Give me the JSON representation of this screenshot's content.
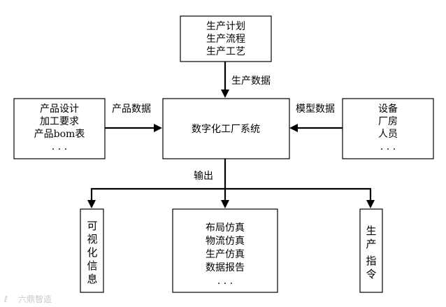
{
  "top_box": {
    "lines": [
      "生产计划",
      "生产流程",
      "生产工艺"
    ]
  },
  "left_box": {
    "lines": [
      "产品设计",
      "加工要求",
      "产品bom表",
      ". . ."
    ]
  },
  "center_box": {
    "label": "数字化工厂系统"
  },
  "right_box": {
    "lines": [
      "设备",
      "厂房",
      "人员",
      ". . ."
    ]
  },
  "edges": {
    "top_to_center": "生产数据",
    "left_to_center": "产品数据",
    "right_to_center": "模型数据",
    "center_to_outputs": "输出"
  },
  "outputs": {
    "left": {
      "chars": [
        "可",
        "视",
        "化",
        "信",
        "息"
      ]
    },
    "middle": {
      "lines": [
        "布局仿真",
        "物流仿真",
        "生产仿真",
        "数据报告",
        ". . ."
      ]
    },
    "right": {
      "chars": [
        "生",
        "产",
        "指",
        "令"
      ]
    }
  },
  "watermark": "六鼎智造"
}
